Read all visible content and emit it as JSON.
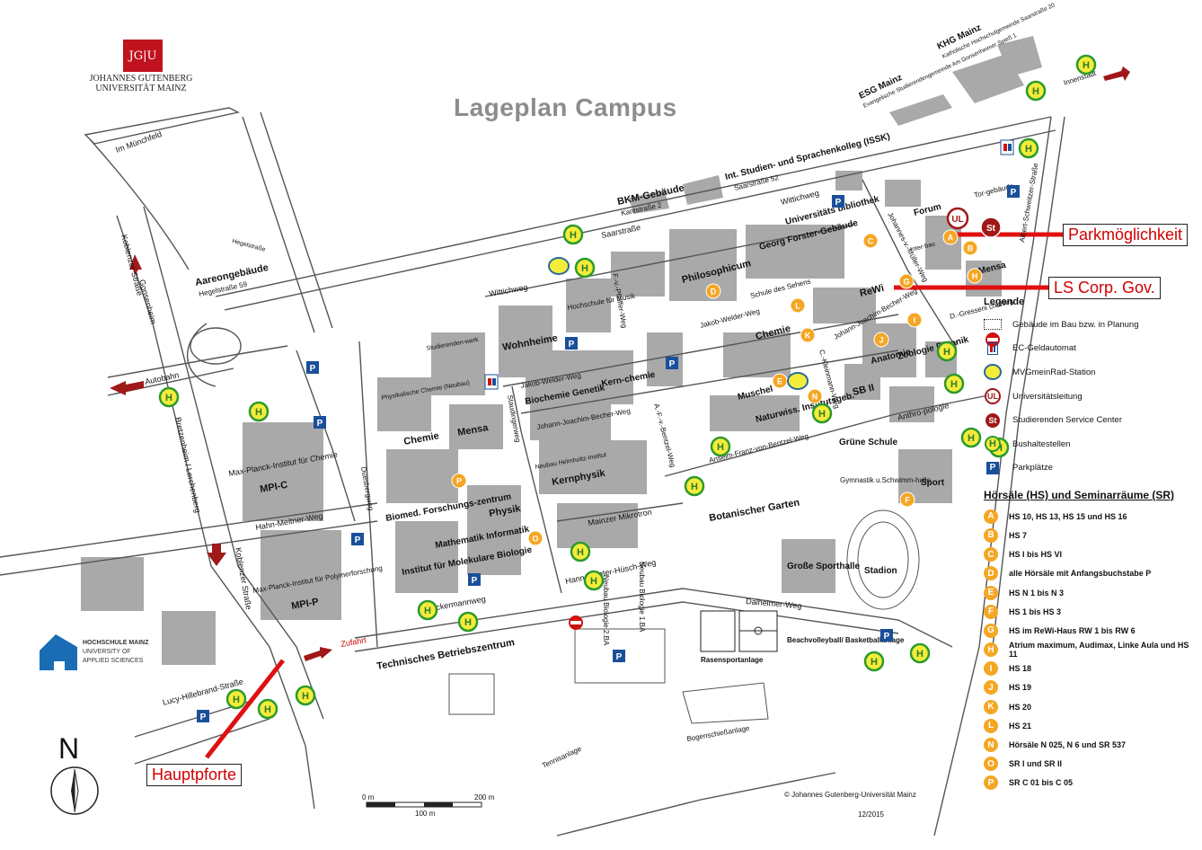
{
  "title": "Lageplan Campus",
  "logo": {
    "mark": "JG|U",
    "line1": "JOHANNES GUTENBERG",
    "line2": "UNIVERSITÄT MAINZ"
  },
  "hs_logo": {
    "line1": "HOCHSCHULE MAINZ",
    "line2": "UNIVERSITY OF",
    "line3": "APPLIED SCIENCES"
  },
  "callouts": {
    "parking": "Parkmöglichkeit",
    "lscorp": "LS Corp. Gov.",
    "gate": "Hauptpforte"
  },
  "north_label": "N",
  "scale": {
    "zero": "0 m",
    "mid": "100 m",
    "end": "200 m"
  },
  "copyright": "© Johannes Gutenberg-Universität Mainz",
  "date": "12/2015",
  "map_labels": {
    "im_muenchfeld": "Im Münchfeld",
    "koblenzer1": "Koblenzer Straße",
    "gonsenheim": "Gonsenheim",
    "hegelstrasse": "Hegelstraße",
    "aareon": "Aareongebäude",
    "aareon_addr": "Hegelstraße 59",
    "autobahn": "Autobahn",
    "bretzenheim": "Bretzenheim / Lerchenberg",
    "mpic": "Max-Planck-Institut für Chemie",
    "mpic_short": "MPI-C",
    "hahn_meitner": "Hahn-Meitner-Weg",
    "mpip": "Max-Planck-Institut für Polymerforschung",
    "mpip_short": "MPI-P",
    "koblenzer2": "Koblenzer Straße",
    "zufahrt": "Zufahrt",
    "lucy": "Lucy-Hillebrand-Straße",
    "duesbergweg": "Duesbergweg",
    "technische": "Technisches Betriebszentrum",
    "ackermannweg": "Ackermannweg",
    "phys_chemie": "Physikalische Chemie (Neubau)",
    "chemie": "Chemie",
    "mensa1": "Mensa",
    "biomed": "Biomed. Forschungs-zentrum",
    "physik": "Physik",
    "mathinf": "Mathematik Informatik",
    "molbio": "Institut für Molekulare Biologie",
    "studierendenwerk": "Studierenden-werk",
    "wohnheime": "Wohnheime",
    "wittichweg1": "Wittichweg",
    "musik": "Hochschule für Musik",
    "staudingerweg": "Staudingerweg",
    "jakob_welder1": "Jakob-Welder-Weg",
    "biochemie": "Biochemie Genetik",
    "kernchemie": "Kern-chemie",
    "jjb1": "Johann-Joachim-Becher-Weg",
    "helmholtz": "Neubau Helmholtz-Institut",
    "kernphysik": "Kernphysik",
    "mainzer_mikrotron": "Mainzer Mikrotron",
    "hanns_dieter": "Hanns-Dieter-Hüsch-Weg",
    "biologie2": "Neubau Biologie 2.BA",
    "biologie1": "Neubau Biologie 1.BA",
    "saarstrasse1": "Saarstraße",
    "bkm": "BKM-Gebäude",
    "bkm_addr": "Kantstraße 2",
    "issk": "Int. Studien- und Sprachenkolleg (ISSK)",
    "issk_addr": "Saarstraße 52",
    "wittichweg2": "Wittichweg",
    "fvp": "F.-v.-Pfeiffer-Weg",
    "philosophicum": "Philosophicum",
    "forster": "Georg Forster-Gebäude",
    "ub": "Universitäts bibliothek",
    "schule_sehens": "Schule des Sehens",
    "jakob_welder2": "Jakob-Welder-Weg",
    "chemie2": "Chemie",
    "muschel": "Muschel",
    "naturwiss": "Naturwiss. Institutsgeb.",
    "anselm": "Anselm-Franz-von-Bentzel-Weg",
    "afvb": "A.-F.-v.-Bentzel-Weg",
    "ckleinmann": "C.-Kleinmann-Weg",
    "sb2": "SB II",
    "anatomie": "Anatomie",
    "zoologie": "Zoologie Botanik",
    "rewi": "ReWi",
    "jjb2": "Johann-Joachim-Becher-Weg",
    "jvm": "Johannes-v.-Müller-Weg",
    "forum": "Forum",
    "torgebaeude": "Tor-gebäude",
    "mensa2": "Mensa",
    "dgressenich": "D.-Gresseni ch-Weg",
    "inter": "Inter-bau",
    "albert": "Albert-Schweitzer-Straße",
    "esg": "ESG Mainz",
    "esg_sub": "Evangelische Studierendengemeinde Am Gonsenheimer Spieß 1",
    "khg": "KHG Mainz",
    "khg_sub": "Katholische Hochschulgemeinde Saarstraße 20",
    "innenstadt": "Innenstadt",
    "anthro": "Anthro-pologie",
    "gruene": "Grüne Schule",
    "gymnastik": "Gymnastik u.Schwimm-halle",
    "botanischer": "Botanischer Garten",
    "sport": "Sport",
    "grosse": "Große Sporthalle",
    "stadion": "Stadion",
    "dalheimer": "Dalheimer-Weg",
    "rasensport": "Rasensportanlage",
    "beach": "Beachvolleyball/ Basketballanlage",
    "bogen": "Bogenschießanlage",
    "tennis": "Tennisanlage"
  },
  "legend": {
    "heading": "Legende",
    "items": [
      {
        "icon": "planned-building-icon",
        "label": "Gebäude im Bau bzw. in Planung"
      },
      {
        "icon": "atm-icon",
        "label": "EC-Geldautomat"
      },
      {
        "icon": "bike-station-icon",
        "label": "MVGmeinRad-Station"
      },
      {
        "icon": "ul-icon",
        "label": "Universitätsleitung",
        "glyph": "UL"
      },
      {
        "icon": "st-icon",
        "label": "Studierenden Service Center",
        "glyph": "St"
      },
      {
        "icon": "bus-stop-icon",
        "label": "Bushaltestellen",
        "glyph": "H"
      },
      {
        "icon": "parking-icon",
        "label": "Parkplätze",
        "glyph": "P"
      }
    ]
  },
  "lecture_heading": "Hörsäle (HS) und Seminarräume (SR)",
  "lecture_halls": [
    {
      "letter": "A",
      "label": "HS 10, HS 13, HS 15 und HS 16"
    },
    {
      "letter": "B",
      "label": "HS 7"
    },
    {
      "letter": "C",
      "label": "HS I  bis HS VI"
    },
    {
      "letter": "D",
      "label": "alle Hörsäle mit Anfangsbuchstabe P"
    },
    {
      "letter": "E",
      "label": "HS N 1 bis N 3"
    },
    {
      "letter": "F",
      "label": "HS 1 bis HS 3"
    },
    {
      "letter": "G",
      "label": "HS im ReWi-Haus  RW 1 bis RW 6"
    },
    {
      "letter": "H",
      "label": "Atrium maximum, Audimax, Linke Aula und HS 11"
    },
    {
      "letter": "I",
      "label": "HS 18"
    },
    {
      "letter": "J",
      "label": "HS 19"
    },
    {
      "letter": "K",
      "label": "HS 20"
    },
    {
      "letter": "L",
      "label": "HS 21"
    },
    {
      "letter": "N",
      "label": "Hörsäle N 025, N 6 und SR 537"
    },
    {
      "letter": "O",
      "label": "SR I  und SR II"
    },
    {
      "letter": "P",
      "label": "SR C 01 bis C 05"
    }
  ],
  "colors": {
    "building": "#a9a9a9",
    "bus": "#f4ec3a",
    "bus_ring": "#2c9a2c",
    "hall": "#f5a623",
    "brand_red": "#a01818",
    "parking": "#1a4f9a",
    "callout_line": "#e01010"
  }
}
